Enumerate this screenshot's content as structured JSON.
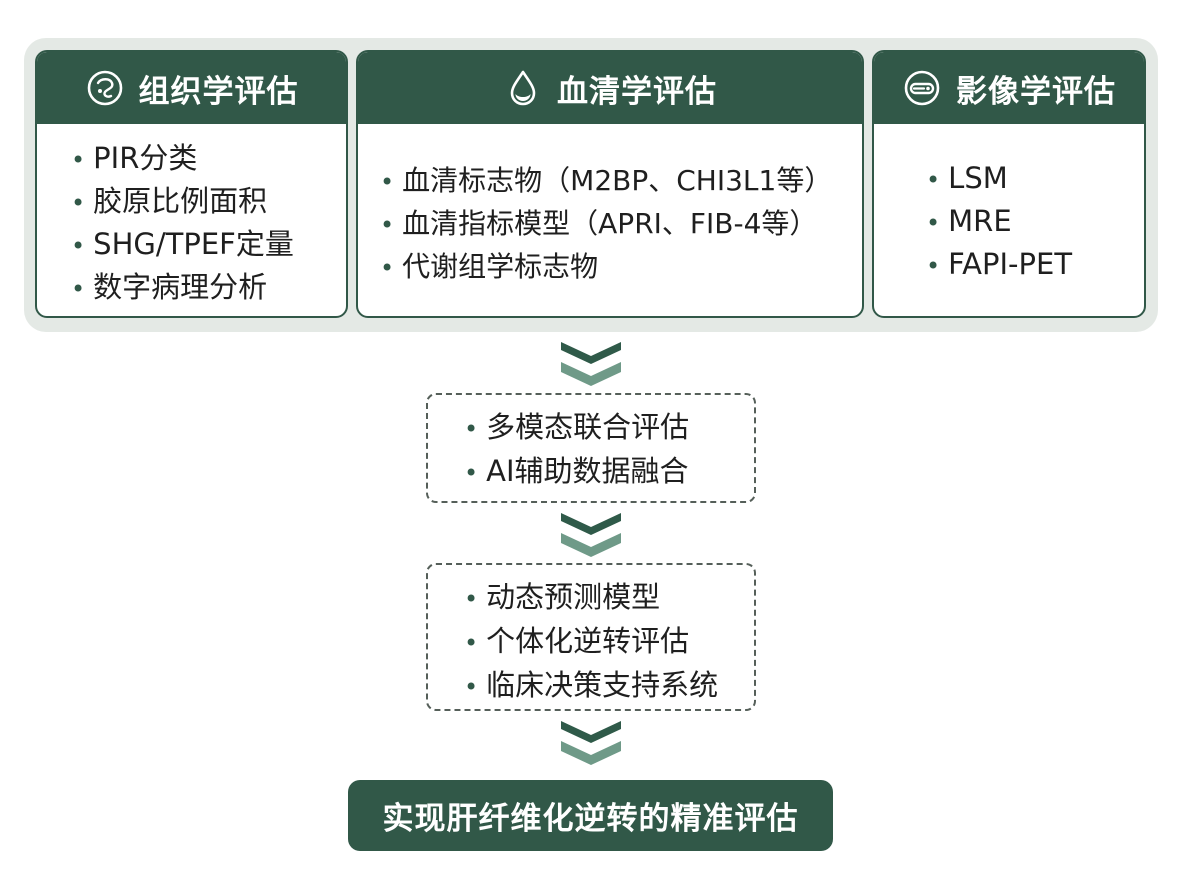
{
  "panels": [
    {
      "key": "histology",
      "title": "组织学评估",
      "icon": "tissue-icon",
      "items": [
        "PIR分类",
        "胶原比例面积",
        "SHG/TPEF定量",
        "数字病理分析"
      ]
    },
    {
      "key": "serum",
      "title": "血清学评估",
      "icon": "blood-drop-icon",
      "items": [
        "血清标志物（M2BP、CHI3L1等）",
        "血清指标模型（APRI、FIB-4等）",
        "代谢组学标志物"
      ]
    },
    {
      "key": "imaging",
      "title": "影像学评估",
      "icon": "imaging-scanner-icon",
      "items": [
        "LSM",
        "MRE",
        "FAPI-PET"
      ]
    }
  ],
  "fusion": {
    "items": [
      "多模态联合评估",
      "AI辅助数据融合"
    ]
  },
  "prediction": {
    "items": [
      "动态预测模型",
      "个体化逆转评估",
      "临床决策支持系统"
    ]
  },
  "goal": {
    "label": "实现肝纤维化逆转的精准评估"
  },
  "colors": {
    "primary": "#315848",
    "chevron_dark": "#2f5a49",
    "chevron_light": "#6f9a88",
    "panel_bg": "#e4e9e5"
  }
}
